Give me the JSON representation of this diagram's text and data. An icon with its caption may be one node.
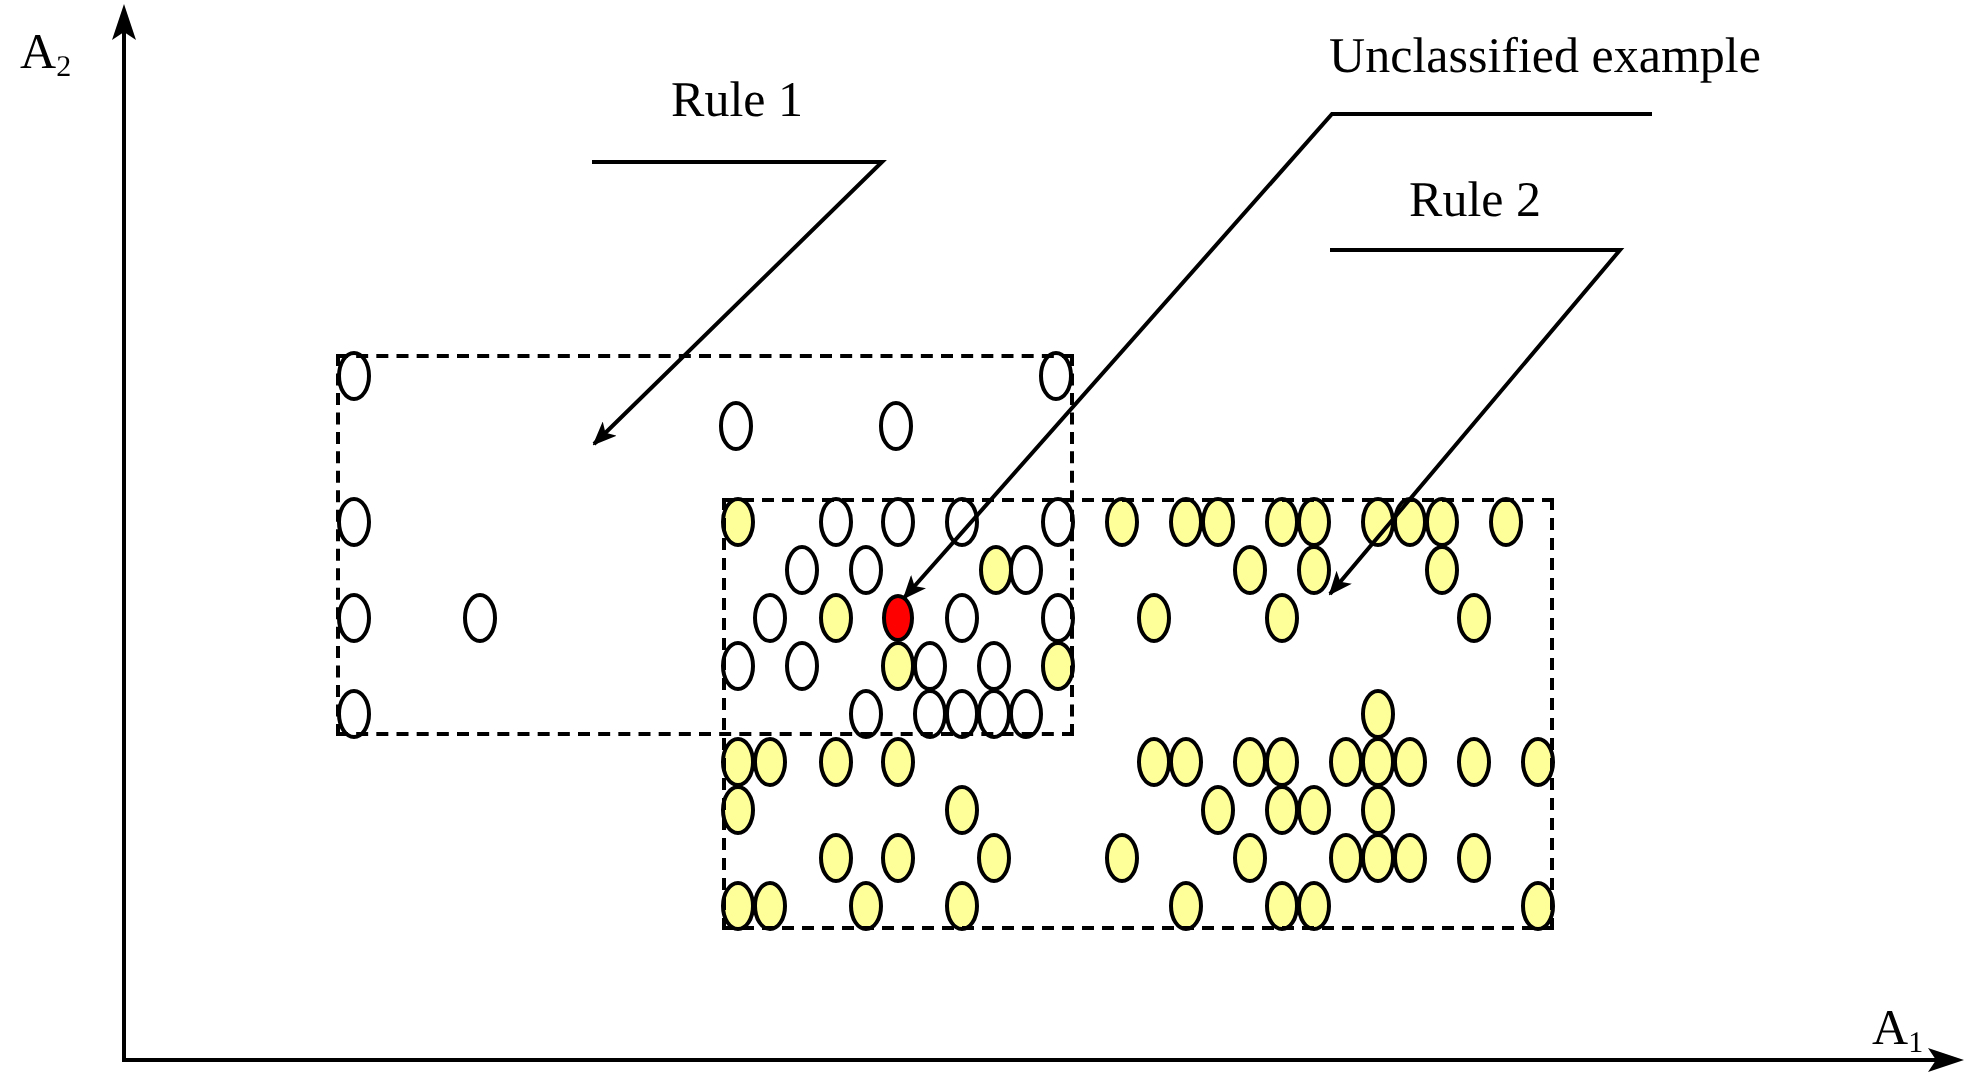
{
  "diagram": {
    "nodes": [
      {
        "text": [
          "Rule 1"
        ]
      },
      {
        "text": [
          "Unclassified example"
        ]
      },
      {
        "text": [
          "Rule 2"
        ]
      },
      {
        "text": [],
        "shape": "box"
      },
      {
        "text": [],
        "shape": "box"
      },
      {
        "text": [],
        "shape": "circle"
      }
    ],
    "edges": [
      {
        "from": 0,
        "to": 3,
        "arrow": "to"
      },
      {
        "from": 1,
        "to": 5,
        "arrow": "to"
      },
      {
        "from": 2,
        "to": 4,
        "arrow": "to"
      }
    ],
    "labels": [
      "A$_{2}$",
      "A$_{1}$"
    ]
  }
}
